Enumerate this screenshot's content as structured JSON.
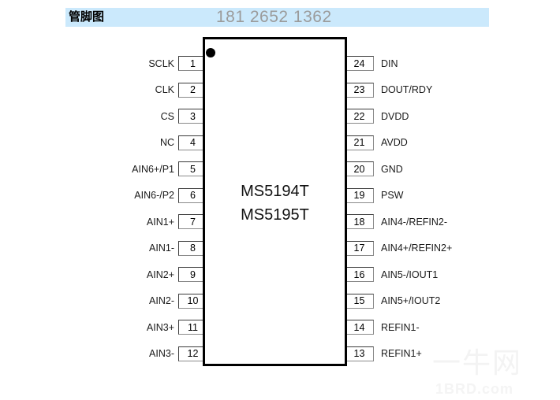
{
  "header": {
    "title": "管脚图",
    "watermark": "181 2652 1362",
    "band_color": "#cbe9fc"
  },
  "chip": {
    "label_line1": "MS5194T",
    "label_line2": "MS5195T",
    "pin1_marker": "pin1-dot"
  },
  "pins": {
    "left": [
      {
        "number": "1",
        "label": "SCLK"
      },
      {
        "number": "2",
        "label": "CLK"
      },
      {
        "number": "3",
        "label": "CS"
      },
      {
        "number": "4",
        "label": "NC"
      },
      {
        "number": "5",
        "label": "AIN6+/P1"
      },
      {
        "number": "6",
        "label": "AIN6-/P2"
      },
      {
        "number": "7",
        "label": "AIN1+"
      },
      {
        "number": "8",
        "label": "AIN1-"
      },
      {
        "number": "9",
        "label": "AIN2+"
      },
      {
        "number": "10",
        "label": "AIN2-"
      },
      {
        "number": "11",
        "label": "AIN3+"
      },
      {
        "number": "12",
        "label": "AIN3-"
      }
    ],
    "right": [
      {
        "number": "24",
        "label": "DIN"
      },
      {
        "number": "23",
        "label": "DOUT/RDY"
      },
      {
        "number": "22",
        "label": "DVDD"
      },
      {
        "number": "21",
        "label": "AVDD"
      },
      {
        "number": "20",
        "label": "GND"
      },
      {
        "number": "19",
        "label": "PSW"
      },
      {
        "number": "18",
        "label": "AIN4-/REFIN2-"
      },
      {
        "number": "17",
        "label": "AIN4+/REFIN2+"
      },
      {
        "number": "16",
        "label": "AIN5-/IOUT1"
      },
      {
        "number": "15",
        "label": "AIN5+/IOUT2"
      },
      {
        "number": "14",
        "label": "REFIN1-"
      },
      {
        "number": "13",
        "label": "REFIN1+"
      }
    ]
  },
  "corner_watermark": {
    "cn": "一牛网",
    "en": "1BRD.com"
  }
}
